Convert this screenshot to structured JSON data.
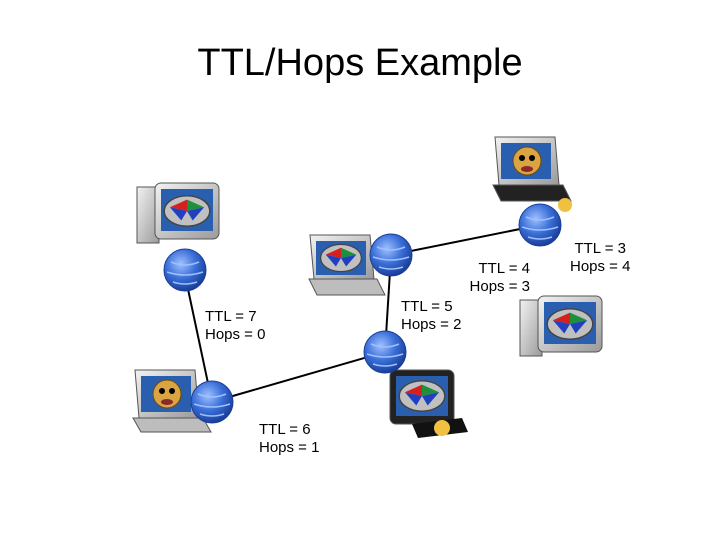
{
  "title": "TTL/Hops Example",
  "colors": {
    "link": "#000000",
    "globe": "#3a6fd8",
    "screen_red": "#d62020",
    "screen_green": "#1e8f3a",
    "screen_blue": "#2040c0"
  },
  "nodes": [
    {
      "id": "n0",
      "icon": "desktop-computer-icon",
      "ttl_label": "TTL = 7",
      "hops_label": "Hops = 0"
    },
    {
      "id": "n1",
      "icon": "laptop-computer-icon",
      "ttl_label": "TTL = 6",
      "hops_label": "Hops = 1"
    },
    {
      "id": "n2",
      "icon": "cd-drive-computer-icon",
      "ttl_label": "TTL = 5",
      "hops_label": "Hops = 2"
    },
    {
      "id": "n3",
      "icon": "laptop-computer-icon",
      "ttl_label": "TTL = 4",
      "hops_label": "Hops = 3"
    },
    {
      "id": "n4",
      "icon": "laptop-computer-icon",
      "ttl_label": "TTL = 3",
      "hops_label": "Hops = 4"
    },
    {
      "id": "n5",
      "icon": "desktop-computer-icon"
    }
  ]
}
